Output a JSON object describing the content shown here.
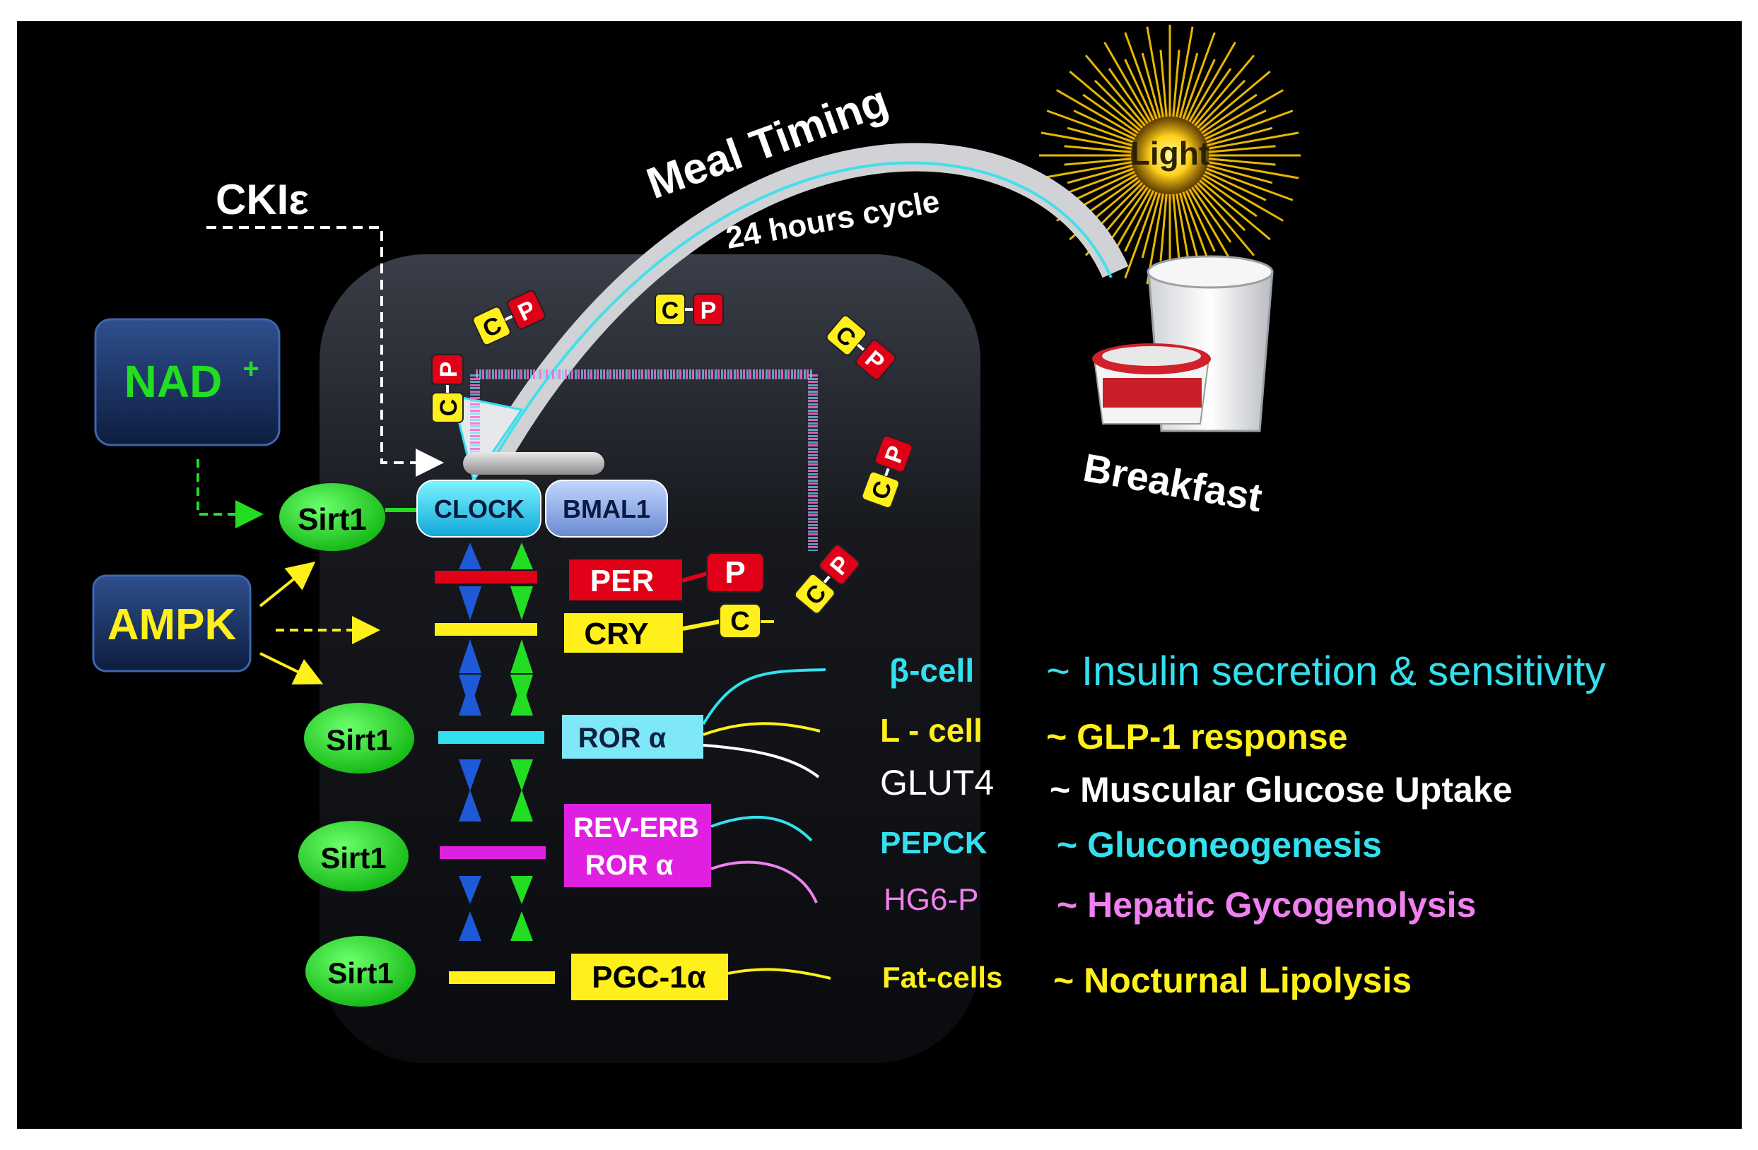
{
  "labels": {
    "cki": "CKIε",
    "meal_timing": "Meal Timing",
    "cycle": "24 hours  cycle",
    "light": "Light",
    "breakfast": "Breakfast",
    "nad": "NAD",
    "nad_sup": "+",
    "ampk": "AMPK",
    "sirt1": "Sirt1",
    "clock": "CLOCK",
    "bmal1": "BMAL1",
    "per": "PER",
    "cry": "CRY",
    "ror": "ROR α",
    "reverb": "REV-ERB",
    "reverb_ror": "ROR α",
    "pgc": "PGC-1α",
    "p": "P",
    "c": "C",
    "cp_c": "C",
    "cp_p": "P"
  },
  "outputs": [
    {
      "cell": "β-cell",
      "effect": "~ Insulin  secretion & sensitivity",
      "color": "#33e0ee"
    },
    {
      "cell": "L - cell",
      "effect": "~  GLP-1 response",
      "color": "#ffef1a"
    },
    {
      "cell": "GLUT4",
      "effect": "~  Muscular Glucose Uptake",
      "color": "#ffffff"
    },
    {
      "cell": "PEPCK",
      "effect": "~  Gluconeogenesis",
      "color": "#33e0ee"
    },
    {
      "cell": "HG6-P",
      "effect": "~ Hepatic  Gycogenolysis",
      "color": "#f080f0"
    },
    {
      "cell": "Fat-cells",
      "effect": "~  Nocturnal Lipolysis",
      "color": "#ffef1a"
    }
  ],
  "colors": {
    "green": "#22dd22",
    "cyan": "#33e0ee",
    "yellow": "#ffef1a",
    "red": "#e00018",
    "magenta": "#e020e0",
    "blue": "#1e5ad8",
    "white": "#ffffff"
  },
  "icons": [
    "sun-icon",
    "milk-glass-icon",
    "yogurt-cup-icon",
    "dna-strand-icon",
    "arrow-icon"
  ]
}
